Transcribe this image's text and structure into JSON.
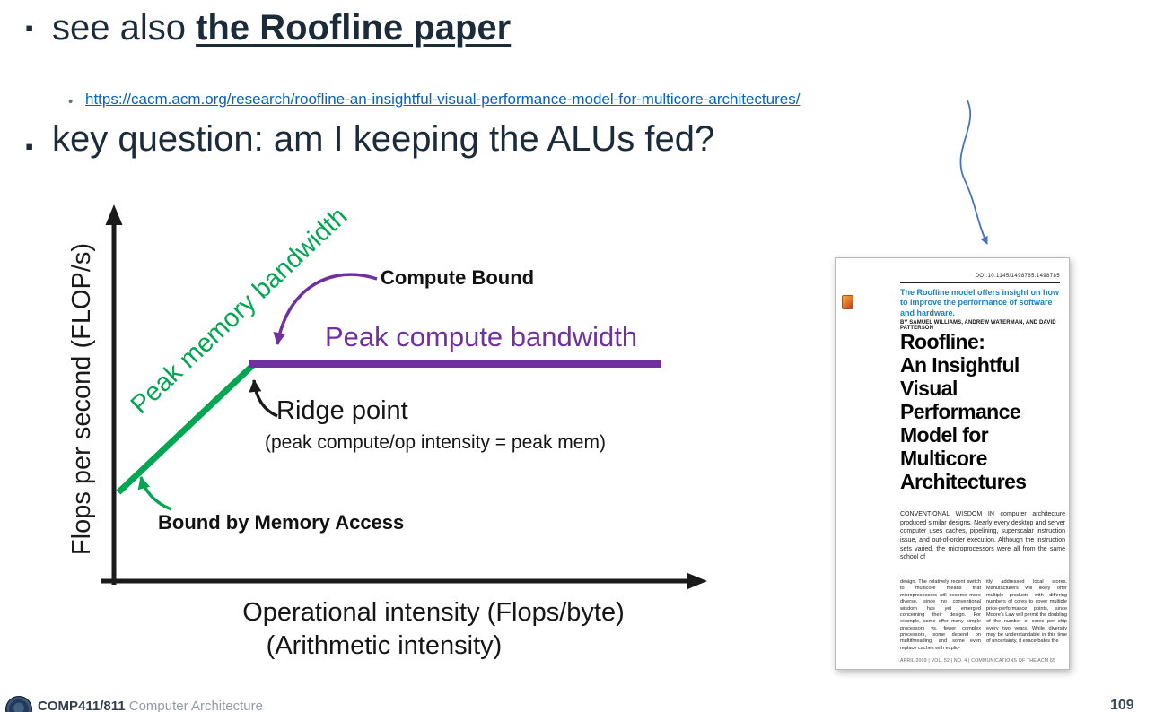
{
  "icons": {
    "bullet_square": "▪",
    "bullet_dot": "•"
  },
  "slide": {
    "b1_prefix": "see also ",
    "b1_link": "the Roofline paper",
    "url": "https://cacm.acm.org/research/roofline-an-insightful-visual-performance-model-for-multicore-architectures/",
    "b2": "key question: am I keeping the ALUs fed?"
  },
  "diagram": {
    "y_axis_label": "Flops per second (FLOP/s)",
    "x_axis_label_line1": "Operational intensity (Flops/byte)",
    "x_axis_label_line2": "(Arithmetic intensity)",
    "memory_line_label": "Peak memory bandwidth",
    "compute_line_label": "Peak compute bandwidth",
    "compute_bound_label": "Compute Bound",
    "ridge_point_label": "Ridge point",
    "ridge_point_detail": "(peak compute/op intensity = peak mem)",
    "memory_bound_label": "Bound by Memory Access",
    "colors": {
      "memory_line": "#00A651",
      "compute_line": "#7030A0",
      "axis": "#1a1a1a",
      "connector_arrow": "#4472C4"
    }
  },
  "paper": {
    "doi": "DOI:10.1145/1498765.1498785",
    "teaser": "The Roofline model offers insight on how to improve the performance of software and hardware.",
    "byline": "BY SAMUEL WILLIAMS, ANDREW WATERMAN, AND DAVID PATTERSON",
    "title_lines": [
      "Roofline:",
      "An Insightful",
      "Visual",
      "Performance",
      "Model for",
      "Multicore",
      "Architectures"
    ],
    "lead": "CONVENTIONAL WISDOM IN computer architecture produced similar designs. Nearly every desktop and server computer uses caches, pipelining, superscalar instruction issue, and out-of-order execution. Although the instruction sets varied, the microprocessors were all from the same school of",
    "col_left": "design. The relatively recent switch to multicore means that microprocessors will become more diverse, since no conventional wisdom has yet emerged concerning their design. For example, some offer many simple processors vs. fewer complex processors, some depend on multithreading, and some even replace caches with explic-",
    "col_right": "itly addressed local stores. Manufacturers will likely offer multiple products with differing numbers of cores to cover multiple price-performance points, since Moore's Law will permit the doubling of the number of cores per chip every two years. While diversity may be understandable in this time of uncertainty, it exacerbates the",
    "footer_line": "APRIL 2009 | VOL. 52 | NO. 4 | COMMUNICATIONS OF THE ACM 65"
  },
  "footer": {
    "course_code": "COMP411/811",
    "course_title": " Computer Architecture",
    "page_number": "109"
  }
}
